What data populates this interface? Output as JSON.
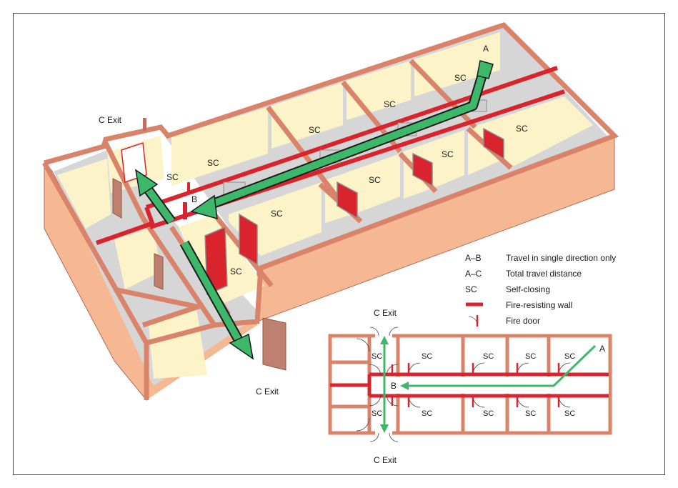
{
  "figure": {
    "iso_labels": {
      "a": "A",
      "b": "B",
      "c_exit_top": "C Exit",
      "c_exit_bottom": "C Exit",
      "sc": "SC"
    },
    "plan_labels": {
      "a": "A",
      "b": "B",
      "c_exit_top": "C Exit",
      "c_exit_bottom": "C Exit",
      "sc": "SC"
    }
  },
  "legend": {
    "items": [
      {
        "key": "A–B",
        "text": "Travel in single direction only"
      },
      {
        "key": "A–C",
        "text": "Total travel distance"
      },
      {
        "key": "SC",
        "text": "Self-closing"
      },
      {
        "key": "",
        "text": "Fire-resisting wall"
      },
      {
        "key": "",
        "text": "Fire door"
      }
    ]
  },
  "colors": {
    "wall_top": "#d9846a",
    "wall_outer": "#f6b892",
    "wall_inner": "#fdf3c9",
    "floor": "#d4d4d4",
    "fire_wall": "#d9232d",
    "fire_door": "#d9232d",
    "exit_door": "#c08070",
    "arrow": "#3db86a"
  }
}
